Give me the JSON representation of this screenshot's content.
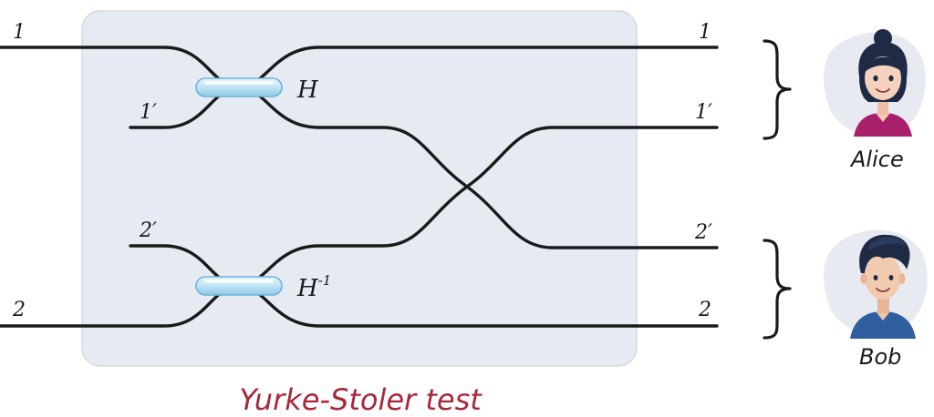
{
  "diagram": {
    "title": "Yurke-Stoler test",
    "colors": {
      "title": "#a8283a",
      "panel": "#e6ebf3",
      "panel_border": "#d3d9e2",
      "wire": "#1a1a1a",
      "beamsplitter": "#bfe3f5",
      "beamsplitter_edge": "#6fb3d6"
    },
    "left_modes": {
      "m1": "1",
      "m1p": "1′",
      "m2p": "2′",
      "m2": "2"
    },
    "right_modes": {
      "m1": "1",
      "m1p": "1′",
      "m2p": "2′",
      "m2": "2"
    },
    "operators": {
      "top": {
        "base": "H",
        "superscript": ""
      },
      "bottom": {
        "base": "H",
        "superscript": "-1"
      }
    },
    "parties": {
      "alice": {
        "name": "Alice",
        "icon": "alice-avatar-icon"
      },
      "bob": {
        "name": "Bob",
        "icon": "bob-avatar-icon"
      }
    },
    "icons": {
      "brace": "right-curly-brace-icon",
      "beamsplitter": "beamsplitter-icon"
    }
  }
}
